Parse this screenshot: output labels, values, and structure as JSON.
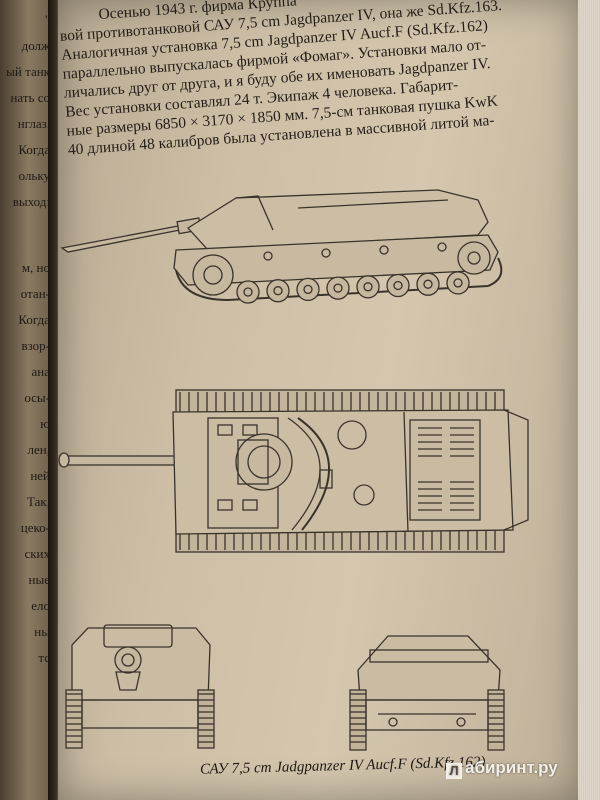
{
  "left_fragments": [
    "\"",
    "долж",
    "ый танк",
    "нать со",
    "нглаз.",
    "Когда",
    "ольку",
    "выход:",
    "м, но",
    "отан-",
    "Когда",
    "взор-",
    "ана",
    "осы-",
    "ю",
    "лен,",
    "ней",
    "Так,",
    "цеко-",
    "ских",
    "ные",
    "ело",
    "ны",
    "тс"
  ],
  "body_lines": [
    "Осенью 1943 г. фирма Круппа",
    "вой противотанковой САУ 7,5 cm Jagdpanzer IV, она же Sd.Kfz.163.",
    "Аналогичная установка 7,5 cm Jagdpanzer IV Aucf.F (Sd.Kfz.162)",
    "параллельно выпускалась фирмой «Фомаг». Установки мало от-",
    "личались друг от друга, и я буду обе их именовать Jagdpanzer IV.",
    "Вес установки составлял 24 т. Экипаж 4 человека. Габарит-",
    "ные размеры 6850 × 3170 × 1850 мм. 7,5-см танковая пушка KwK",
    "40 длиной 48 калибров была установлена в массивной литой ма-"
  ],
  "caption": "САУ 7,5 cm Jadgpanzer IV Aucf.F (Sd.Kfz.162)",
  "watermark": {
    "logo": "Л",
    "text": "абиринт.ру"
  },
  "colors": {
    "ink": "#231d16",
    "paper": "#d0c3aa",
    "drawing": "#3a332a"
  }
}
